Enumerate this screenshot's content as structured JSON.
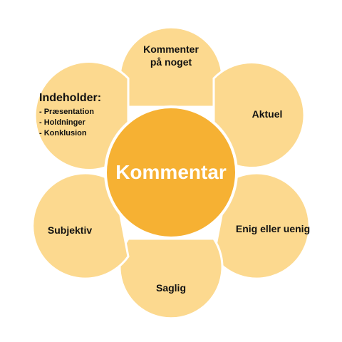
{
  "diagram": {
    "center": {
      "label": "Kommentar"
    },
    "petals": [
      {
        "lines": [
          "Kommenter",
          "på noget"
        ]
      },
      {
        "lines": [
          "Aktuel"
        ]
      },
      {
        "lines": [
          "Enig eller uenig"
        ]
      },
      {
        "lines": [
          "Saglig"
        ]
      },
      {
        "lines": [
          "Subjektiv"
        ]
      },
      {
        "heading": "Indeholder:",
        "items": [
          "- Præsentation",
          "- Holdninger",
          "- Konklusion"
        ]
      }
    ],
    "colors": {
      "petal_fill": "#FCD98F",
      "petal_stroke": "#FFFFFF",
      "center_fill": "#F6B133",
      "center_stroke": "#FFFFFF",
      "center_text": "#FFFFFF",
      "petal_text": "#111111"
    }
  }
}
